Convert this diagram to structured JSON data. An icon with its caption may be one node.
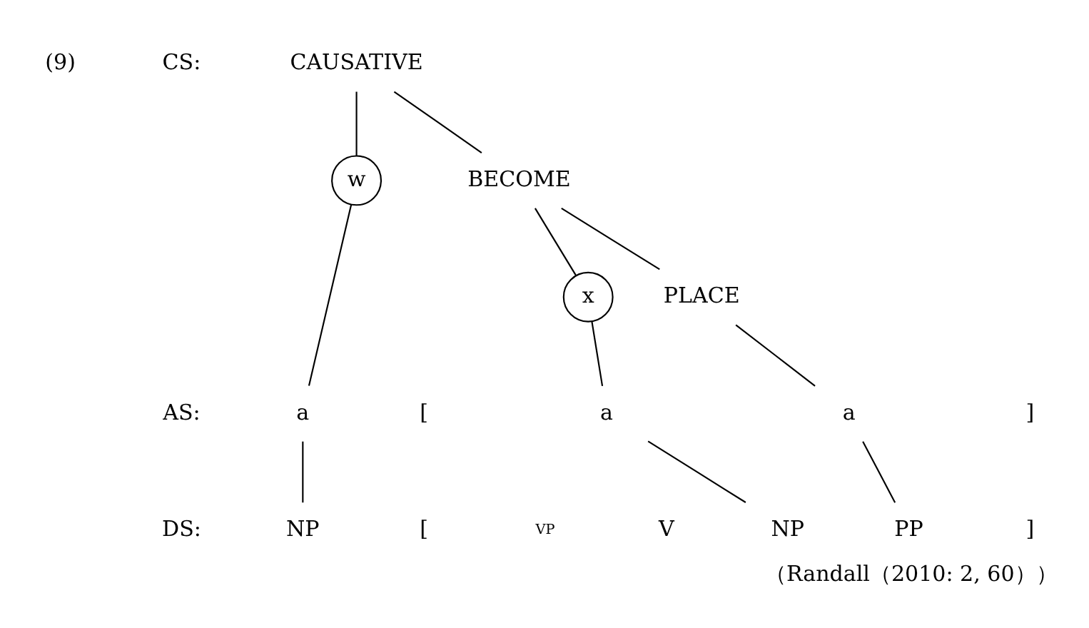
{
  "diagram": {
    "caption": "（Randall（2010: 2, 60））",
    "nodes": [
      {
        "text": [
          "CAUSATIVE"
        ]
      },
      {
        "text": [
          "w"
        ]
      },
      {
        "text": [
          "BECOME"
        ]
      },
      {
        "text": [
          "x"
        ]
      },
      {
        "text": [
          "PLACE"
        ]
      },
      {
        "text": [
          "a"
        ]
      },
      {
        "text": [
          "a"
        ]
      },
      {
        "text": [
          "a"
        ]
      },
      {
        "text": [
          "NP"
        ]
      },
      {
        "text": [
          "NP"
        ]
      },
      {
        "text": [
          "PP"
        ]
      }
    ],
    "edges": [
      {
        "from": 0,
        "to": 1,
        "arrow": "none"
      },
      {
        "from": 0,
        "to": 2,
        "arrow": "none"
      },
      {
        "from": 2,
        "to": 3,
        "arrow": "none"
      },
      {
        "from": 2,
        "to": 4,
        "arrow": "none"
      },
      {
        "from": 1,
        "to": 5,
        "arrow": "none"
      },
      {
        "from": 3,
        "to": 6,
        "arrow": "none"
      },
      {
        "from": 4,
        "to": 7,
        "arrow": "none"
      },
      {
        "from": 5,
        "to": 8,
        "arrow": "none"
      },
      {
        "from": 6,
        "to": 9,
        "arrow": "none"
      },
      {
        "from": 7,
        "to": 10,
        "arrow": "none"
      }
    ],
    "labels": [
      "(9)",
      "CS:",
      "AS:",
      "[",
      "]",
      "DS:",
      "[",
      "VP",
      "V",
      "]"
    ]
  }
}
